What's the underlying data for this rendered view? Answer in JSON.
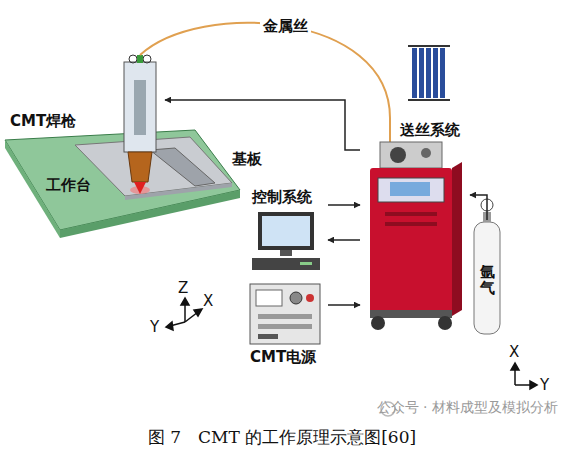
{
  "diagram": {
    "caption": "图 7　CMT 的工作原理示意图[60]",
    "nodes": [
      {
        "text": [
          "CMT焊枪"
        ]
      },
      {
        "text": [
          "工作台"
        ]
      },
      {
        "text": [
          "基板"
        ]
      },
      {
        "text": [
          "控制系统"
        ]
      },
      {
        "text": [
          "CMT电源"
        ]
      },
      {
        "text": [
          "送丝系统"
        ]
      },
      {
        "text": [
          "氩气"
        ]
      }
    ],
    "edges": [
      {
        "from": 5,
        "to": 0,
        "arrow": "to"
      },
      {
        "from": 3,
        "to": 5,
        "arrow": "to"
      },
      {
        "from": 5,
        "to": 3,
        "arrow": "to"
      },
      {
        "from": 4,
        "to": 5,
        "arrow": "to"
      },
      {
        "from": 6,
        "to": 5,
        "arrow": "to"
      },
      {
        "from": 5,
        "to": 0,
        "arrow": "none",
        "label": "金属丝"
      }
    ],
    "labels": [
      "Z",
      "X",
      "Y",
      "X",
      "Y",
      "公众号 · 材料成型及模拟分析"
    ]
  }
}
